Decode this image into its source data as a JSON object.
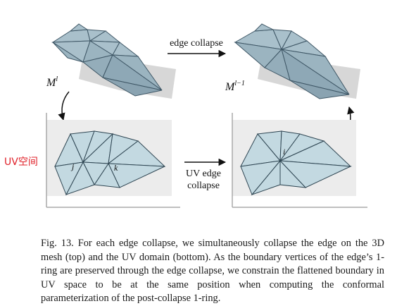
{
  "figure": {
    "top_arrow_label": "edge collapse",
    "bottom_arrow_label_line1": "UV edge",
    "bottom_arrow_label_line2": "collapse",
    "mesh_label_left": "Ml",
    "mesh_label_left_base": "M",
    "mesh_label_left_sup": "l",
    "mesh_label_right_base": "M",
    "mesh_label_right_sup": "l−1",
    "uv_side_label": "UV空间",
    "vertex_j": "j",
    "vertex_k": "k",
    "vertex_i": "i",
    "colors": {
      "mesh_fill": "#a9c0cb",
      "mesh_edge": "#3f5766",
      "uv_fill": "#c3d9e1",
      "uv_edge": "#2f4653",
      "panel_bg": "#ececec",
      "side_label": "#e0222a"
    }
  },
  "caption": {
    "text": "Fig. 13.  For each edge collapse, we simultaneously collapse the edge on the 3D mesh (top) and the UV domain (bottom). As the boundary vertices of the edge’s 1-ring are preserved through the edge collapse, we constrain the flattened boundary in UV space to be at the same position when computing the conformal parameterization of the post-collapse 1-ring."
  }
}
